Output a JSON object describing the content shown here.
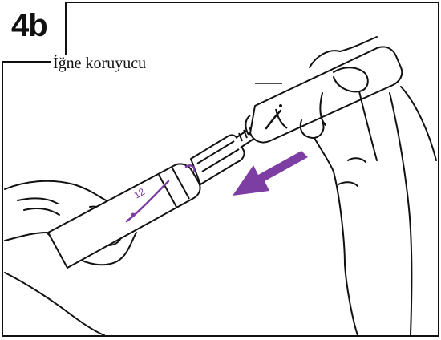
{
  "step": {
    "number": "4b"
  },
  "callouts": {
    "needle_cap_label": "İğne koruyucu"
  },
  "illustration": {
    "pen_dose_marking": "12",
    "arrow_color": "#7d3ea3",
    "pen_mark_color": "#7d3ea3",
    "line_color": "#111111"
  }
}
